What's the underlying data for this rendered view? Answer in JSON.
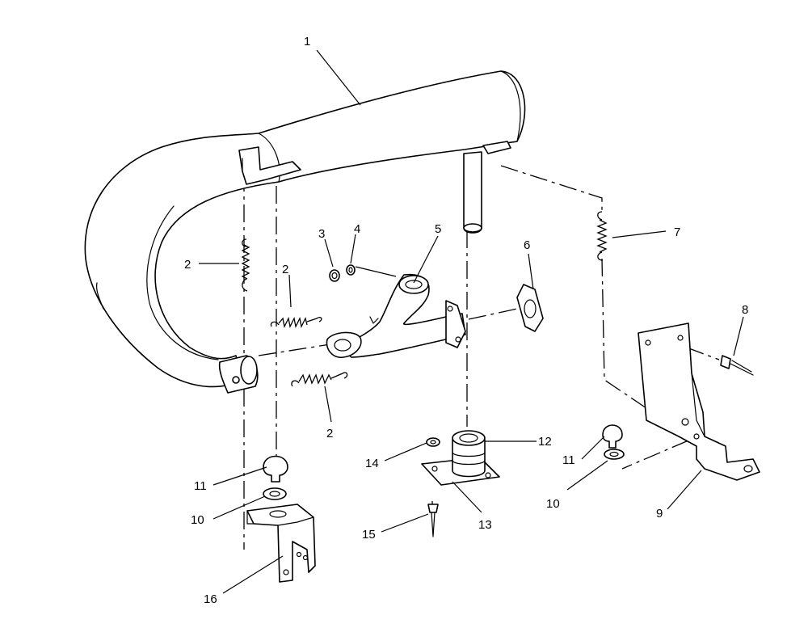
{
  "callouts": {
    "c1": "1",
    "c2a": "2",
    "c2b": "2",
    "c2c": "2",
    "c3": "3",
    "c4": "4",
    "c5": "5",
    "c6": "6",
    "c7": "7",
    "c8": "8",
    "c9": "9",
    "c10a": "10",
    "c10b": "10",
    "c11a": "11",
    "c11b": "11",
    "c12": "12",
    "c13": "13",
    "c14": "14",
    "c15": "15",
    "c16": "16"
  },
  "icons": {
    "muffler": "muffler-icon",
    "spring": "spring-icon",
    "manifold": "exhaust-manifold-icon",
    "gasket": "gasket-icon",
    "bracket": "bracket-icon",
    "grommet": "rubber-grommet-icon",
    "washer": "washer-icon",
    "nut": "nut-icon",
    "bolt": "bolt-icon",
    "mount": "rubber-mount-icon"
  },
  "colors": {
    "line": "#000000",
    "background": "#ffffff"
  }
}
